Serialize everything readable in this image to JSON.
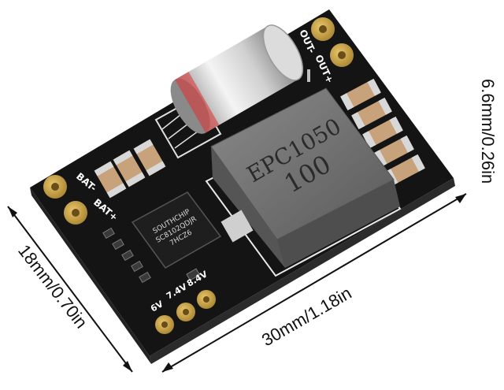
{
  "board": {
    "inductor_marking_line1": "EPC1050",
    "inductor_marking_line2": "100",
    "chip_marking_line1": "SOUTHCHIP",
    "chip_marking_line2": "SC8102QDJR",
    "chip_marking_line3": "7HCZ6",
    "silk_bat_minus": "BAT-",
    "silk_bat_plus": "BAT+",
    "silk_out_minus": "OUT-",
    "silk_out_plus": "OUT+",
    "silk_6v": "6V",
    "silk_7v4": "7.4V",
    "silk_8v4": "8.4V"
  },
  "dimensions": {
    "length_label": "30mm/1.18in",
    "width_label": "18mm/0.70in",
    "height_label": "6.6mm/0.26in"
  },
  "colors": {
    "pcb": "#141414",
    "pad_gold": "#c9a24a",
    "inductor": "#6e6e6e",
    "capacitor_body": "#c8a27a",
    "capacitor_end": "#d8d8d8"
  }
}
